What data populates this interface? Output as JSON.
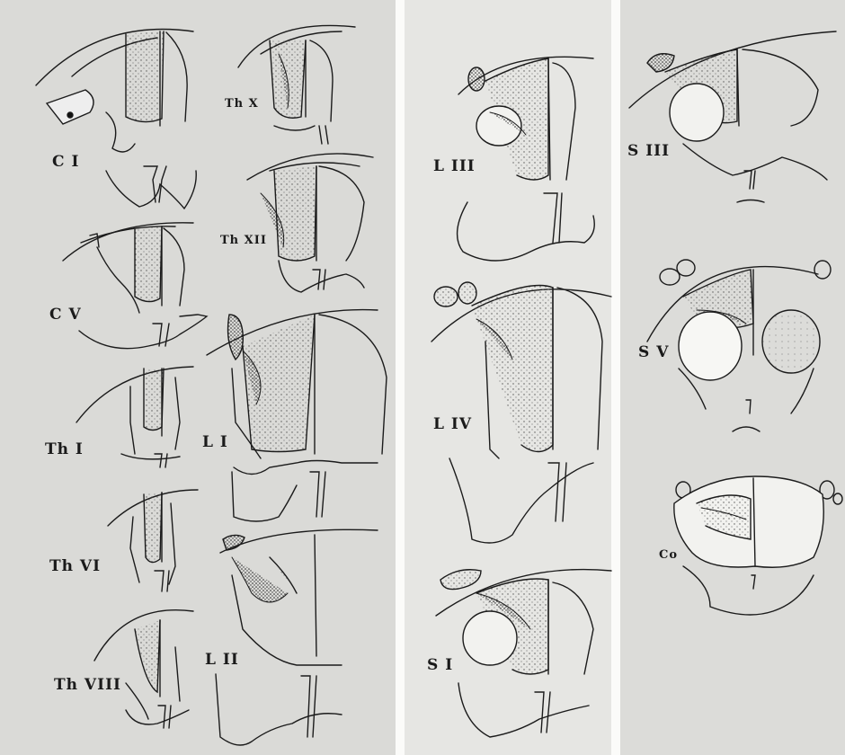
{
  "sections": [
    {
      "id": "CI",
      "label": "C I"
    },
    {
      "id": "CV",
      "label": "C V"
    },
    {
      "id": "ThI",
      "label": "Th I"
    },
    {
      "id": "ThVI",
      "label": "Th VI"
    },
    {
      "id": "ThVIII",
      "label": "Th VIII"
    },
    {
      "id": "ThX",
      "label": "Th X"
    },
    {
      "id": "ThXII",
      "label": "Th XII"
    },
    {
      "id": "LI",
      "label": "L I"
    },
    {
      "id": "LII",
      "label": "L II"
    },
    {
      "id": "LIII",
      "label": "L III"
    },
    {
      "id": "LIV",
      "label": "L IV"
    },
    {
      "id": "SI",
      "label": "S I"
    },
    {
      "id": "SIII",
      "label": "S III"
    },
    {
      "id": "SV",
      "label": "S V"
    },
    {
      "id": "Co",
      "label": "Co"
    }
  ]
}
